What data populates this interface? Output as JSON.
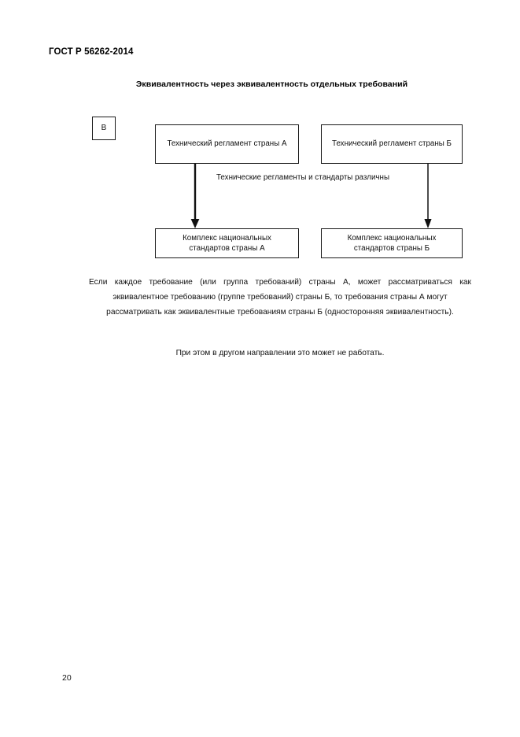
{
  "document": {
    "header": "ГОСТ Р 56262-2014",
    "page_number": "20"
  },
  "figure": {
    "title": "Эквивалентность через эквивалентность отдельных требований",
    "marker": "В",
    "caption": "Технические регламенты и стандарты различны",
    "nodes": [
      {
        "id": "marker",
        "label": "В"
      },
      {
        "id": "tech-reg-a",
        "label": "Технический регламент страны А"
      },
      {
        "id": "tech-reg-b",
        "label": "Технический регламент страны Б"
      },
      {
        "id": "std-complex-a",
        "label": "Комплекс национальных стандартов страны А"
      },
      {
        "id": "std-complex-b",
        "label": "Комплекс национальных стандартов страны Б"
      }
    ],
    "arrows": [
      {
        "id": "arrow-a",
        "from": "tech-reg-a",
        "to": "std-complex-a",
        "direction": "down"
      },
      {
        "id": "arrow-b",
        "from": "tech-reg-b",
        "to": "std-complex-b",
        "direction": "down"
      }
    ]
  },
  "body": {
    "paragraph_1_line_1": "Если каждое требование (или группа требований) страны А, может рассматриваться как",
    "paragraph_1_rest": "эквивалентное требованию (группе требований)  страны Б,  то требования страны А могут рассматривать как эквивалентные требованиям страны Б (односторонняя эквивалентность).",
    "paragraph_2": "При этом в другом направлении это может не работать."
  },
  "colors": {
    "text": "#111111",
    "border": "#1a1a1a",
    "background": "#ffffff"
  }
}
